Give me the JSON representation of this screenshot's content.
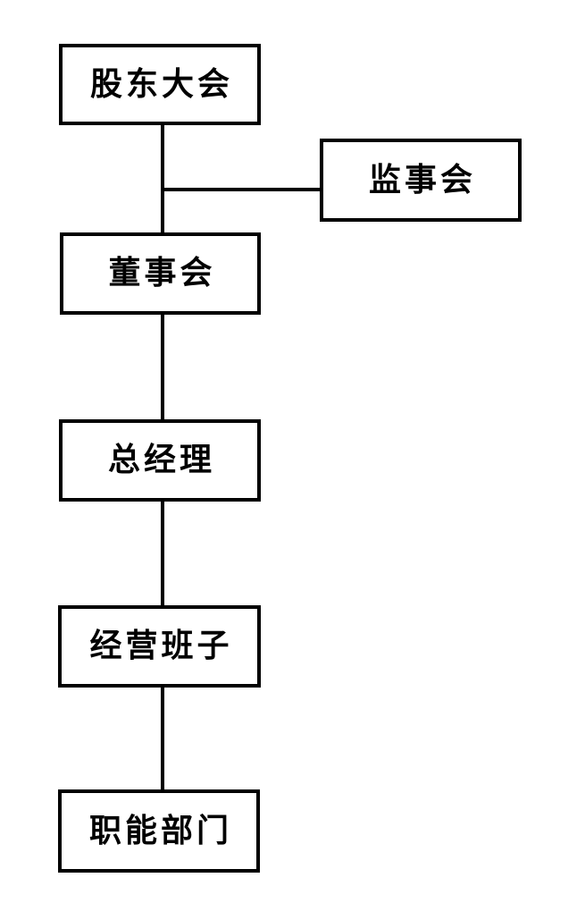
{
  "diagram": {
    "type": "org-chart",
    "colors": {
      "background": "#ffffff",
      "line": "#000000",
      "text": "#000000"
    },
    "nodes": [
      {
        "id": "shareholders-meeting",
        "label": "股东大会"
      },
      {
        "id": "supervisory-board",
        "label": "监事会"
      },
      {
        "id": "board-of-directors",
        "label": "董事会"
      },
      {
        "id": "general-manager",
        "label": "总经理"
      },
      {
        "id": "management-team",
        "label": "经营班子"
      },
      {
        "id": "functional-departments",
        "label": "职能部门"
      }
    ],
    "edges": [
      {
        "from": "shareholders-meeting",
        "to": "board-of-directors"
      },
      {
        "from": "shareholders-meeting",
        "to": "supervisory-board"
      },
      {
        "from": "board-of-directors",
        "to": "general-manager"
      },
      {
        "from": "general-manager",
        "to": "management-team"
      },
      {
        "from": "management-team",
        "to": "functional-departments"
      }
    ]
  }
}
